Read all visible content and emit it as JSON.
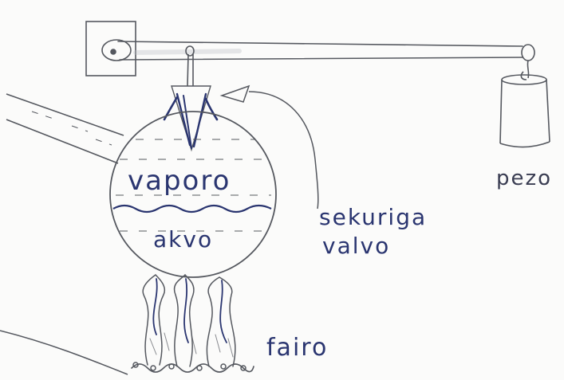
{
  "labels": {
    "steam": "vaporo",
    "water": "akvo",
    "weight": "pezo",
    "safety_valve_line1": "sekuriga",
    "safety_valve_line2": "valvo",
    "fire": "fairo"
  },
  "colors": {
    "pencil": "#55585f",
    "ink_blue": "#2a3570",
    "paper": "#fbfbfa"
  }
}
